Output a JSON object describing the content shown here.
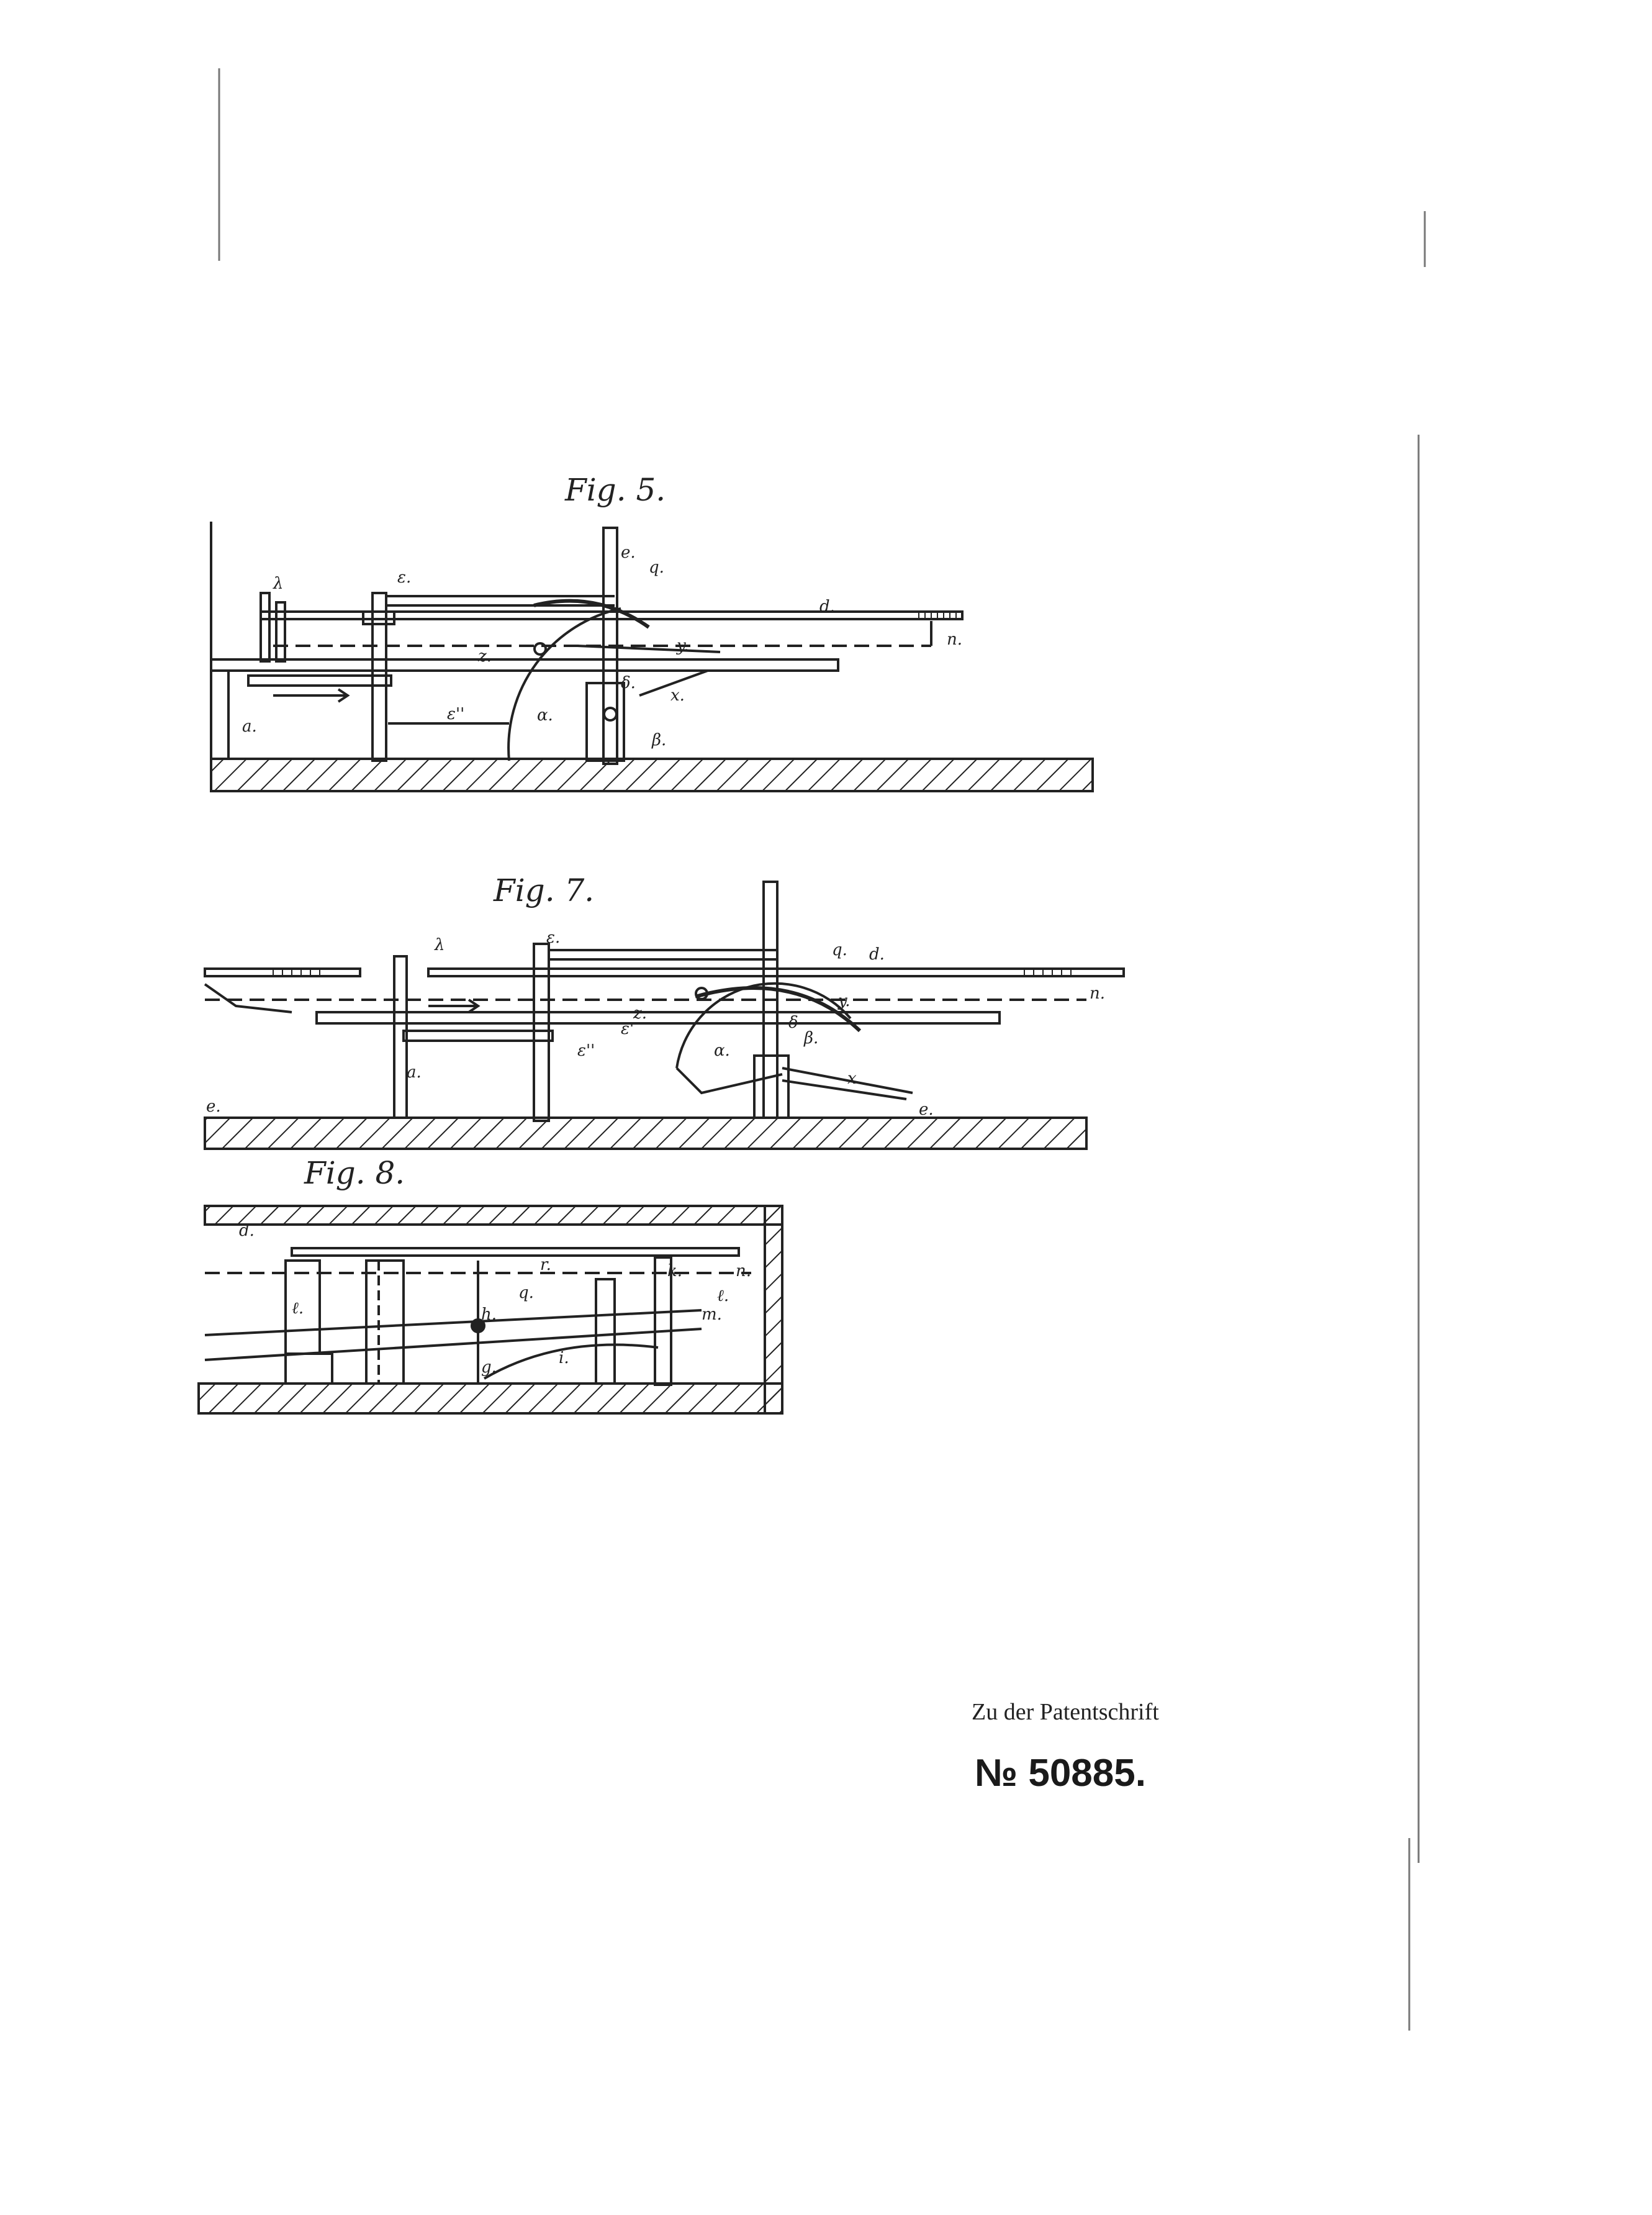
{
  "figures": [
    {
      "label": "Fig. 5."
    },
    {
      "label": "Fig. 7."
    },
    {
      "label": "Fig. 8."
    }
  ],
  "fig5_labels": [
    "λ",
    "ε.",
    "e.",
    "q.",
    "d.",
    "n.",
    "z.",
    "y.",
    "x.",
    "α.",
    "ε''",
    "δ.",
    "β.",
    "a."
  ],
  "fig7_labels": [
    "λ",
    "ε.",
    "q.",
    "d.",
    "n.",
    "z.",
    "y.",
    "α.",
    "β.",
    "x.",
    "δ",
    "ε'",
    "ε''",
    "a.",
    "e.",
    "e."
  ],
  "fig8_labels": [
    "d.",
    "r.",
    "ℓ.",
    "q.",
    "h.",
    "g.",
    "i.",
    "k.",
    "n.",
    "m.",
    "ℓ."
  ],
  "caption": {
    "line1": "Zu der Patentschrift",
    "number": "№ 50885."
  }
}
